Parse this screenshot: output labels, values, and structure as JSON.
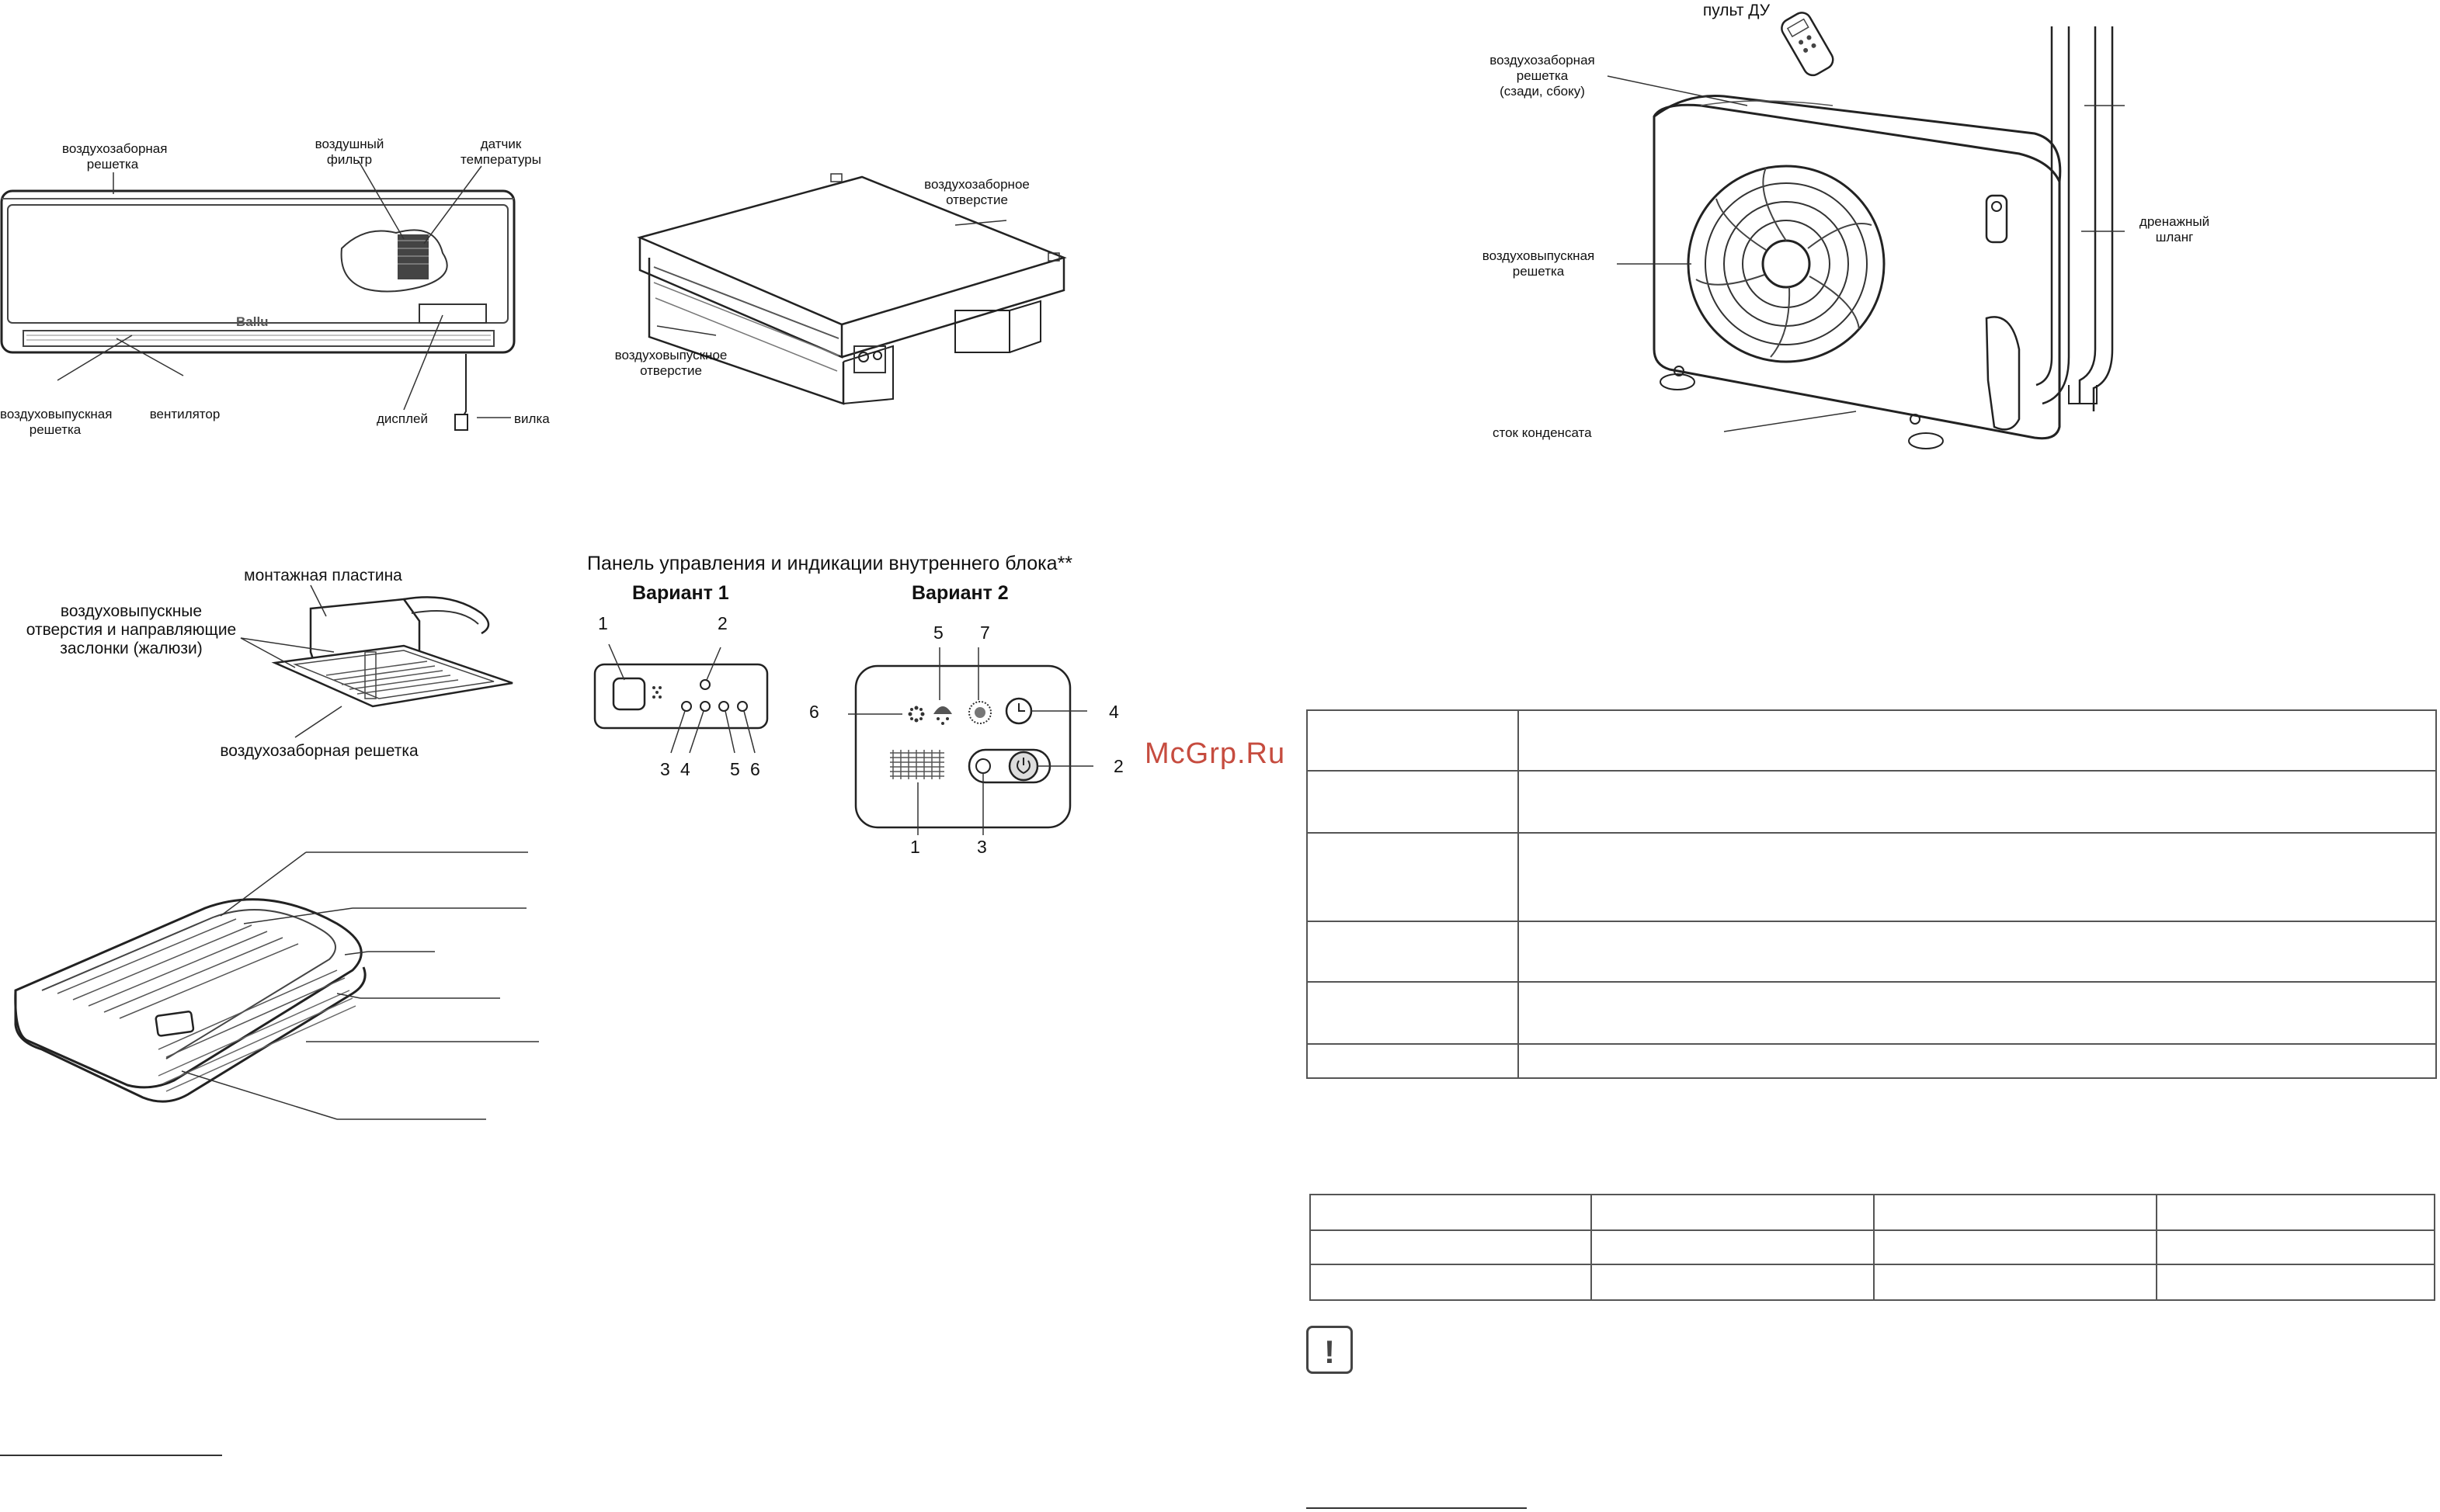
{
  "wall_unit": {
    "labels": {
      "intake_grille": "воздухозаборная\nрешетка",
      "air_filter": "воздушный\nфильтр",
      "temp_sensor": "датчик\nтемпературы",
      "outlet_grille": "воздуховыпускная\nрешетка",
      "fan": "вентилятор",
      "display": "дисплей",
      "plug": "вилка"
    },
    "brand": "Ballu"
  },
  "duct_unit": {
    "labels": {
      "intake": "воздухозаборное\nотверстие",
      "outlet": "воздуховыпускное\nотверстие"
    }
  },
  "outdoor_unit": {
    "labels": {
      "remote": "пульт ДУ",
      "intake_grille": "воздухозаборная\nрешетка\n(сзади, сбоку)",
      "outlet_grille": "воздуховыпускная\nрешетка",
      "drain_hose": "дренажный\nшланг",
      "condensate": "сток конденсата"
    }
  },
  "cassette_unit": {
    "labels": {
      "mount_plate": "монтажная пластина",
      "outlets": "воздуховыпускные\nотверстия и направляющие\nзаслонки (жалюзи)",
      "intake_grille": "воздухозаборная решетка"
    }
  },
  "panel": {
    "heading": "Панель управления и индикации внутреннего блока**",
    "variant1": {
      "title": "Вариант 1",
      "numbers": [
        "1",
        "2",
        "3",
        "4",
        "5",
        "6"
      ]
    },
    "variant2": {
      "title": "Вариант 2",
      "numbers": [
        "5",
        "7",
        "6",
        "4",
        "2",
        "1",
        "3"
      ]
    }
  },
  "watermark": "McGrp.Ru",
  "warning_symbol": "!"
}
